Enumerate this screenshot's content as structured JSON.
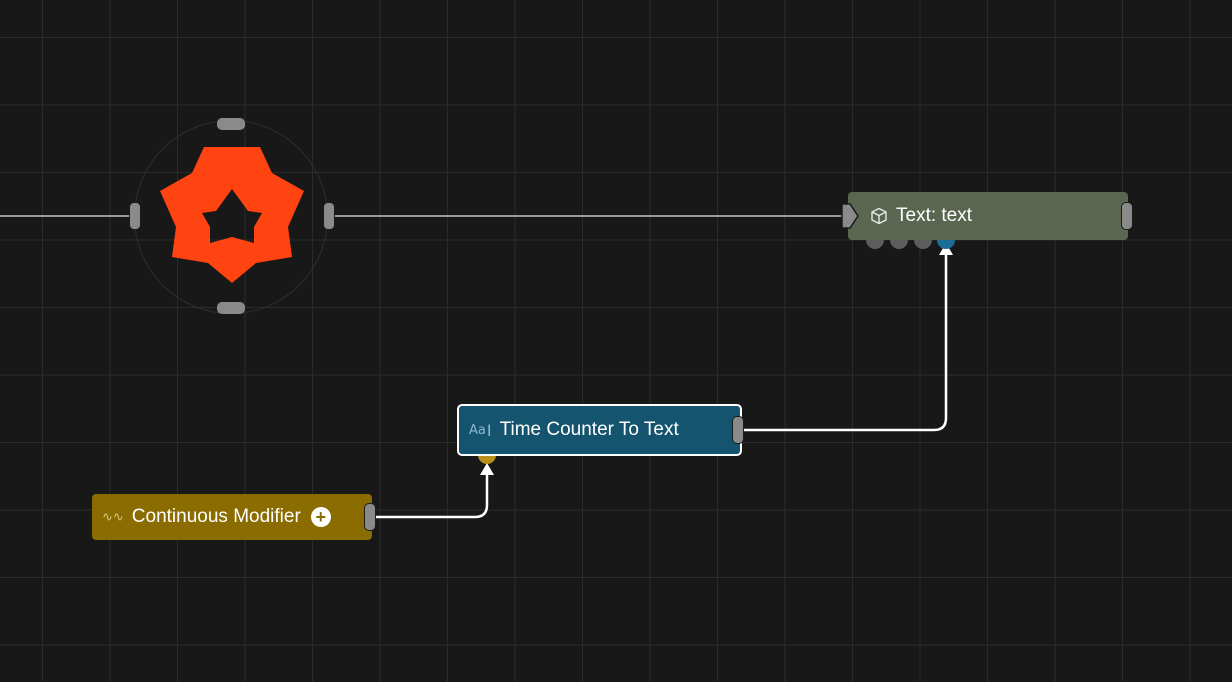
{
  "nodes": {
    "text": {
      "title": "Text: text",
      "icon": "cube-icon",
      "color": "#5a6650"
    },
    "time_counter": {
      "title": "Time Counter To Text",
      "icon": "text-cursor-icon",
      "icon_glyph": "Aa",
      "color": "#14546f"
    },
    "continuous_modifier": {
      "title": "Continuous Modifier",
      "icon": "wave-icon",
      "icon_glyph": "∿∿",
      "add_glyph": "+",
      "color": "#8a6c00"
    },
    "gem": {
      "icon": "gem-logo-icon",
      "color": "#ff4311"
    }
  },
  "colors": {
    "background": "#181818",
    "grid": "#2b2b2b",
    "wire": "#ffffff",
    "port": "#8a8a8a",
    "accent_port": "#1a6e96",
    "yellow_port": "#b8921a"
  }
}
